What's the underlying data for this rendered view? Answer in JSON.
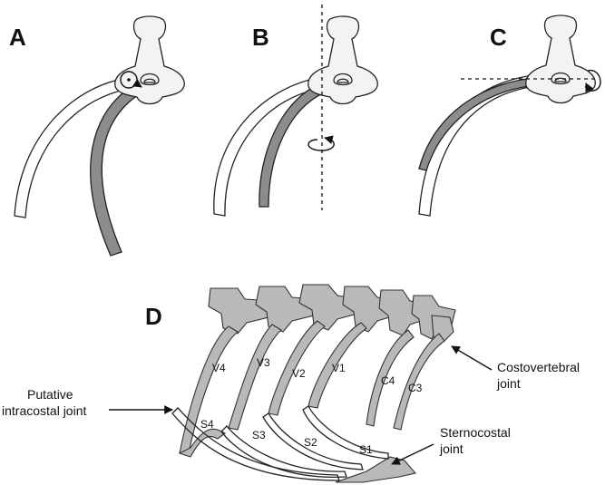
{
  "panels": {
    "a": "A",
    "b": "B",
    "c": "C",
    "d": "D"
  },
  "labels": {
    "v4": "V4",
    "v3": "V3",
    "v2": "V2",
    "v1": "V1",
    "c4": "C4",
    "c3": "C3",
    "s4": "S4",
    "s3": "S3",
    "s2": "S2",
    "s1": "S1"
  },
  "callouts": {
    "putative_line1": "Putative",
    "putative_line2": "intracostal joint",
    "costovertebral_line1": "Costovertebral",
    "costovertebral_line2": "joint",
    "sternocostal_line1": "Sternocostal",
    "sternocostal_line2": "joint"
  },
  "colors": {
    "rib_shaded": "#8c8c8c",
    "rib_outline": "#222222",
    "vertebra_fill": "#f3f3f3",
    "panel_d_bone": "#b9b9b9"
  }
}
